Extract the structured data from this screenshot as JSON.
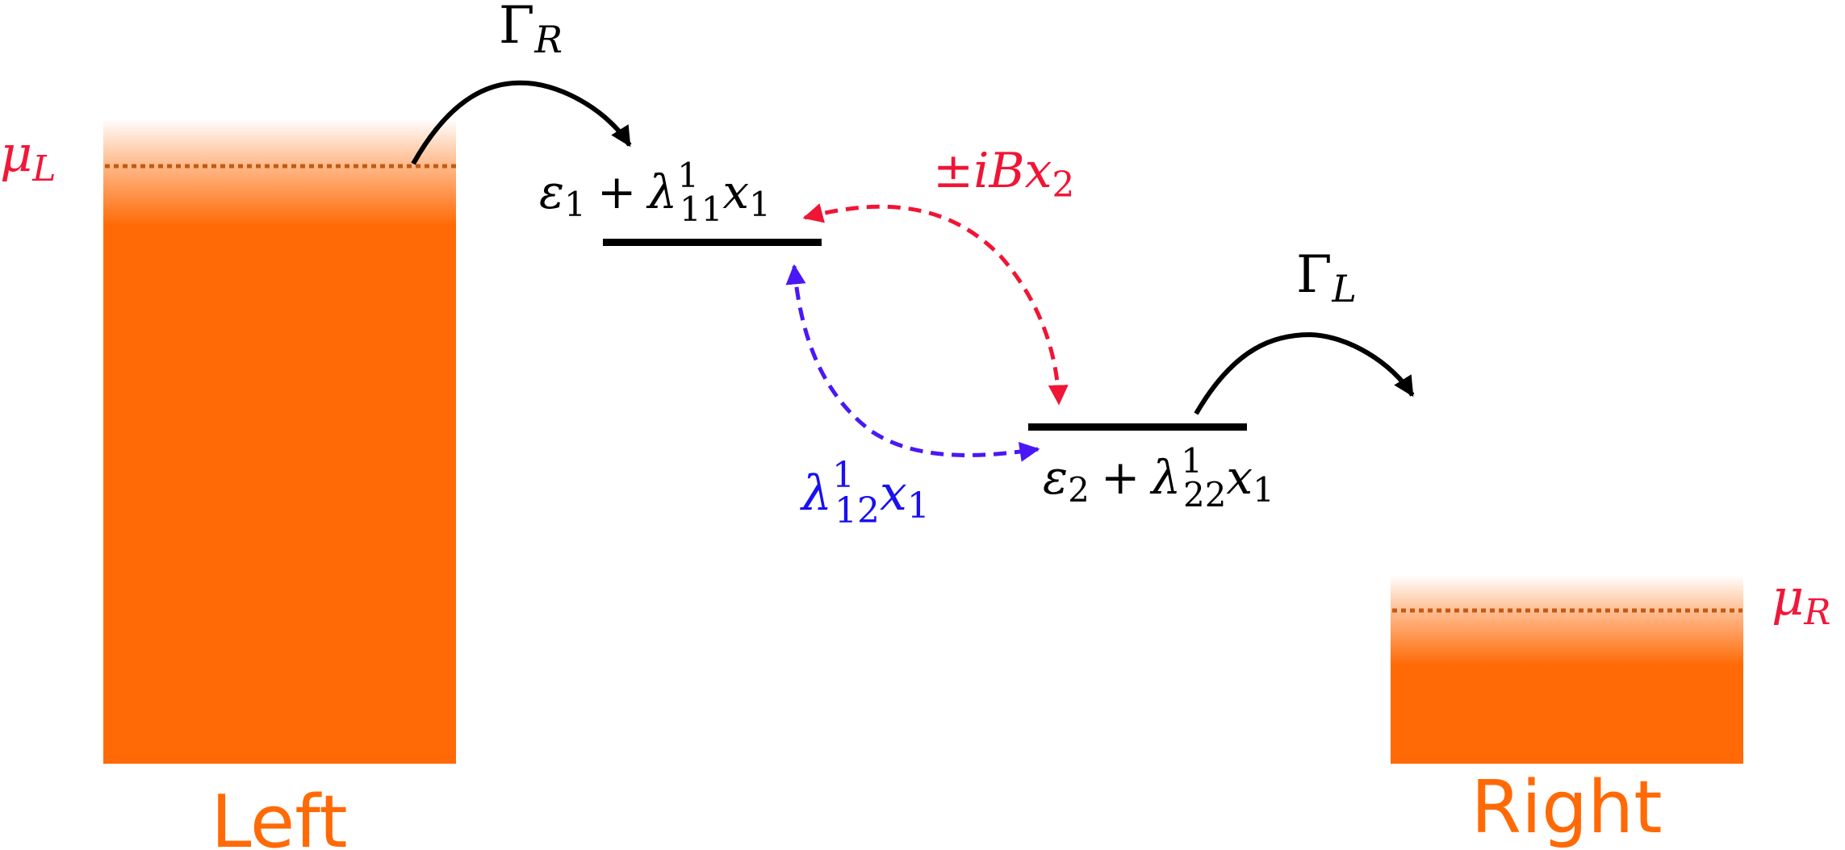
{
  "diagram": {
    "type": "energy-level schematic (double quantum dot between two leads)",
    "colors": {
      "lead_orange": "#ff6a06",
      "fermi_line": "#c45a10",
      "mu_label": "#f0183a",
      "coupling_red": "#f01535",
      "coupling_blue": "#4a18f5",
      "coupling_blue_label": "#1a10f0",
      "black": "#000000"
    },
    "leads": {
      "left": {
        "label": "Left",
        "mu_label": "μ",
        "mu_sub": "L"
      },
      "right": {
        "label": "Right",
        "mu_label": "μ",
        "mu_sub": "R"
      }
    },
    "levels": {
      "level1": {
        "eps": "ε",
        "eps_sub": "1",
        "plus": "+",
        "lambda": "λ",
        "lambda_sup": "1",
        "lambda_sub": "11",
        "x": "x",
        "x_sub": "1"
      },
      "level2": {
        "eps": "ε",
        "eps_sub": "2",
        "plus": "+",
        "lambda": "λ",
        "lambda_sup": "1",
        "lambda_sub": "22",
        "x": "x",
        "x_sub": "1"
      }
    },
    "tunneling": {
      "gamma_R": {
        "symbol": "Γ",
        "sub": "R"
      },
      "gamma_L": {
        "symbol": "Γ",
        "sub": "L"
      }
    },
    "couplings": {
      "magnetic": {
        "pm": "±",
        "i": "i",
        "B": "B",
        "x": "x",
        "x_sub": "2"
      },
      "vibronic": {
        "lambda": "λ",
        "sup": "1",
        "sub": "12",
        "x": "x",
        "x_sub": "1"
      }
    }
  }
}
